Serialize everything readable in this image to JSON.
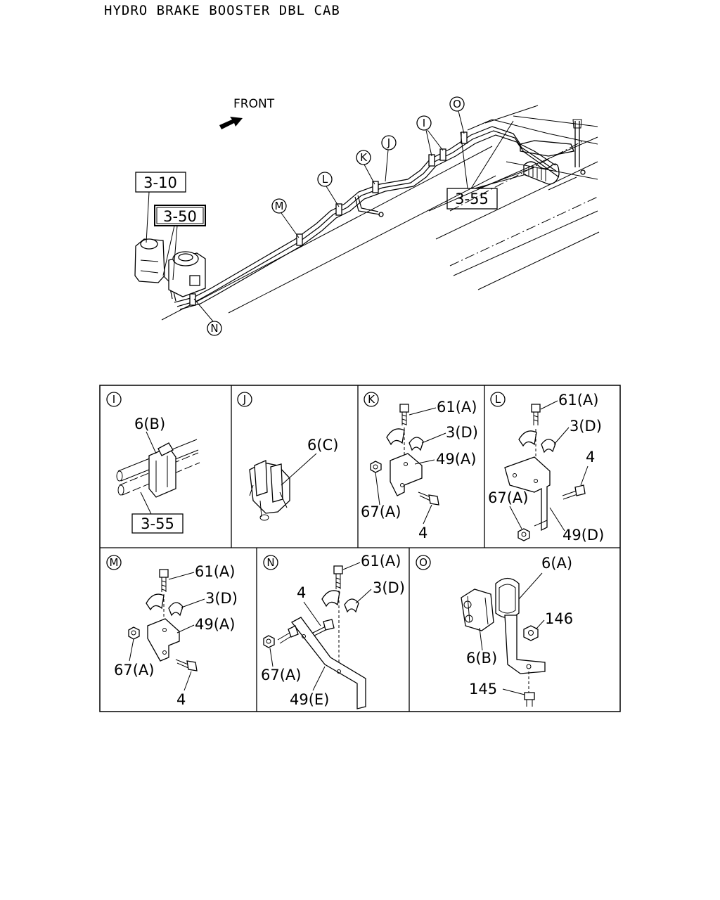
{
  "title": "HYDRO BRAKE BOOSTER DBL CAB",
  "overview": {
    "front_label": "FRONT",
    "refs": {
      "r310": "3-10",
      "r350": "3-50",
      "r355": "3-55"
    },
    "callouts": {
      "I": "I",
      "J": "J",
      "K": "K",
      "L": "L",
      "M": "M",
      "N": "N",
      "O": "O"
    }
  },
  "details": {
    "I": {
      "letter": "I",
      "p1": "6(B)",
      "ref": "3-55"
    },
    "J": {
      "letter": "J",
      "p1": "6(C)"
    },
    "K": {
      "letter": "K",
      "p1": "61(A)",
      "p2": "3(D)",
      "p3": "49(A)",
      "p4": "67(A)",
      "p5": "4"
    },
    "L": {
      "letter": "L",
      "p1": "61(A)",
      "p2": "3(D)",
      "p3": "4",
      "p4": "67(A)",
      "p5": "49(D)"
    },
    "M": {
      "letter": "M",
      "p1": "61(A)",
      "p2": "3(D)",
      "p3": "49(A)",
      "p4": "67(A)",
      "p5": "4"
    },
    "N": {
      "letter": "N",
      "p1": "61(A)",
      "p2": "4",
      "p3": "3(D)",
      "p4": "67(A)",
      "p5": "49(E)"
    },
    "O": {
      "letter": "O",
      "p1": "6(A)",
      "p2": "146",
      "p3": "6(B)",
      "p4": "145"
    }
  }
}
